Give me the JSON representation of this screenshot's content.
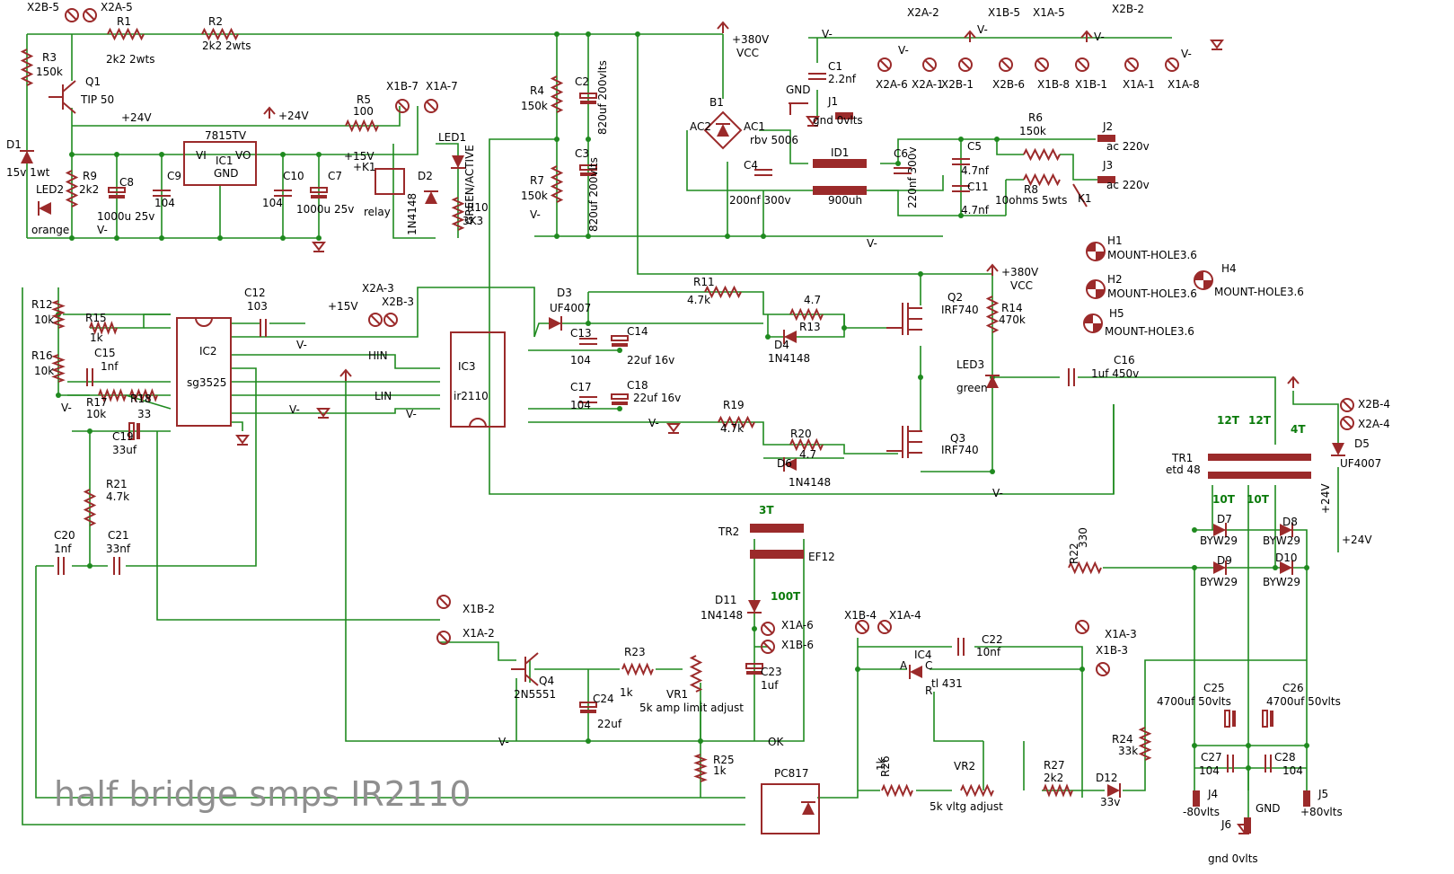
{
  "title": "half bridge smps IR2110",
  "colors": {
    "wire": "#1f8a1f",
    "component": "#9b2a2a",
    "title": "#8f8f8f"
  },
  "icons": {
    "terminal": "terminal-icon",
    "ground": "ground-icon",
    "supply": "supply-arrow-icon",
    "mount_hole": "mount-hole-icon"
  },
  "labels": [
    {
      "id": "x2b5",
      "text": "X2B-5"
    },
    {
      "id": "x2a5",
      "text": "X2A-5"
    },
    {
      "id": "r1",
      "text": "R1"
    },
    {
      "id": "r1v",
      "text": "2k2  2wts"
    },
    {
      "id": "r2",
      "text": "R2"
    },
    {
      "id": "r2v",
      "text": "2k2  2wts"
    },
    {
      "id": "r3",
      "text": "R3"
    },
    {
      "id": "r3v",
      "text": "150k"
    },
    {
      "id": "q1",
      "text": "Q1"
    },
    {
      "id": "q1v",
      "text": "TIP 50"
    },
    {
      "id": "d1",
      "text": "D1"
    },
    {
      "id": "d1v",
      "text": "15v 1wt"
    },
    {
      "id": "r9",
      "text": "R9"
    },
    {
      "id": "r9v",
      "text": "2k2"
    },
    {
      "id": "led2",
      "text": "LED2"
    },
    {
      "id": "orange",
      "text": "orange"
    },
    {
      "id": "c8",
      "text": "C8"
    },
    {
      "id": "c8v",
      "text": "1000u 25v"
    },
    {
      "id": "c9",
      "text": "C9"
    },
    {
      "id": "c9v",
      "text": "104"
    },
    {
      "id": "v24a",
      "text": "+24V"
    },
    {
      "id": "v24b",
      "text": "+24V"
    },
    {
      "id": "vm1",
      "text": "V-"
    },
    {
      "id": "reg",
      "text": "7815TV"
    },
    {
      "id": "ic1",
      "text": "IC1"
    },
    {
      "id": "vi",
      "text": "VI"
    },
    {
      "id": "vo",
      "text": "VO"
    },
    {
      "id": "gnd1",
      "text": "GND"
    },
    {
      "id": "c10",
      "text": "C10"
    },
    {
      "id": "c10v",
      "text": "104"
    },
    {
      "id": "c7",
      "text": "C7"
    },
    {
      "id": "c7v",
      "text": "1000u 25v"
    },
    {
      "id": "r5",
      "text": "R5"
    },
    {
      "id": "r5v",
      "text": "100"
    },
    {
      "id": "x1b7",
      "text": "X1B-7"
    },
    {
      "id": "x1a7",
      "text": "X1A-7"
    },
    {
      "id": "p15v",
      "text": "+15V"
    },
    {
      "id": "pk1",
      "text": "+K1"
    },
    {
      "id": "relay",
      "text": "relay"
    },
    {
      "id": "d2",
      "text": "D2"
    },
    {
      "id": "d2v",
      "text": "1N4148"
    },
    {
      "id": "led1",
      "text": "LED1"
    },
    {
      "id": "ga",
      "text": "GREEN/ACTIVE"
    },
    {
      "id": "r10",
      "text": "R10"
    },
    {
      "id": "r10v",
      "text": "3K3"
    },
    {
      "id": "r4",
      "text": "R4"
    },
    {
      "id": "r4v",
      "text": "150k"
    },
    {
      "id": "r7",
      "text": "R7"
    },
    {
      "id": "r7v",
      "text": "150k"
    },
    {
      "id": "c2",
      "text": "C2"
    },
    {
      "id": "c2v",
      "text": "820uf 200vlts"
    },
    {
      "id": "c3",
      "text": "C3"
    },
    {
      "id": "c3v",
      "text": "820uf 200vlts"
    },
    {
      "id": "vm2",
      "text": "V-"
    },
    {
      "id": "v380",
      "text": "+380V"
    },
    {
      "id": "vcc1",
      "text": "VCC"
    },
    {
      "id": "b1",
      "text": "B1"
    },
    {
      "id": "ac1",
      "text": "AC1"
    },
    {
      "id": "ac2",
      "text": "AC2"
    },
    {
      "id": "rbv",
      "text": "rbv 5006"
    },
    {
      "id": "c4",
      "text": "C4"
    },
    {
      "id": "c4v",
      "text": "200nf  300v"
    },
    {
      "id": "l1",
      "text": "ID1"
    },
    {
      "id": "l1v",
      "text": "900uh"
    },
    {
      "id": "c6",
      "text": "C6"
    },
    {
      "id": "c6v",
      "text": "220nf  300v"
    },
    {
      "id": "c5",
      "text": "C5"
    },
    {
      "id": "c5v",
      "text": "4.7nf"
    },
    {
      "id": "c11",
      "text": "C11"
    },
    {
      "id": "c11v",
      "text": "4.7nf"
    },
    {
      "id": "r6",
      "text": "R6"
    },
    {
      "id": "r6v",
      "text": "150k"
    },
    {
      "id": "r8",
      "text": "R8"
    },
    {
      "id": "r8v",
      "text": "10ohms 5wts"
    },
    {
      "id": "k1",
      "text": "K1"
    },
    {
      "id": "j2",
      "text": "J2"
    },
    {
      "id": "j2v",
      "text": "ac 220v"
    },
    {
      "id": "j3",
      "text": "J3"
    },
    {
      "id": "j3v",
      "text": "ac 220v"
    },
    {
      "id": "vm3",
      "text": "V-"
    },
    {
      "id": "c1",
      "text": "C1"
    },
    {
      "id": "c1v",
      "text": "2.2nf"
    },
    {
      "id": "gnd2",
      "text": "GND"
    },
    {
      "id": "j1",
      "text": "J1"
    },
    {
      "id": "j1v",
      "text": "gnd 0vlts"
    },
    {
      "id": "x2a2",
      "text": "X2A-2"
    },
    {
      "id": "x1b5",
      "text": "X1B-5"
    },
    {
      "id": "x1a5",
      "text": "X1A-5"
    },
    {
      "id": "x2b2",
      "text": "X2B-2"
    },
    {
      "id": "x2a6",
      "text": "X2A-6"
    },
    {
      "id": "x2a1",
      "text": "X2A-1"
    },
    {
      "id": "x2b1",
      "text": "X2B-1"
    },
    {
      "id": "x2b6",
      "text": "X2B-6"
    },
    {
      "id": "x1b8",
      "text": "X1B-8"
    },
    {
      "id": "x1b1",
      "text": "X1B-1"
    },
    {
      "id": "x1a1",
      "text": "X1A-1"
    },
    {
      "id": "x1a8",
      "text": "X1A-8"
    },
    {
      "id": "vm4",
      "text": "V-"
    },
    {
      "id": "vm5",
      "text": "V-"
    },
    {
      "id": "vm6",
      "text": "V-"
    },
    {
      "id": "vm7",
      "text": "V-"
    },
    {
      "id": "vm8",
      "text": "V-"
    },
    {
      "id": "h1",
      "text": "H1"
    },
    {
      "id": "h1v",
      "text": "MOUNT-HOLE3.6"
    },
    {
      "id": "h2",
      "text": "H2"
    },
    {
      "id": "h2v",
      "text": "MOUNT-HOLE3.6"
    },
    {
      "id": "h4",
      "text": "H4"
    },
    {
      "id": "h4v",
      "text": "MOUNT-HOLE3.6"
    },
    {
      "id": "h5",
      "text": "H5"
    },
    {
      "id": "h5v",
      "text": "MOUNT-HOLE3.6"
    },
    {
      "id": "r12",
      "text": "R12"
    },
    {
      "id": "r12v",
      "text": "10k"
    },
    {
      "id": "r15",
      "text": "R15"
    },
    {
      "id": "r15v",
      "text": "1k"
    },
    {
      "id": "c15",
      "text": "C15"
    },
    {
      "id": "c15v",
      "text": "1nf"
    },
    {
      "id": "r16",
      "text": "R16"
    },
    {
      "id": "r16v",
      "text": "10k"
    },
    {
      "id": "r17",
      "text": "R17"
    },
    {
      "id": "r17v",
      "text": "10k"
    },
    {
      "id": "r18",
      "text": "R18"
    },
    {
      "id": "r18v",
      "text": "33"
    },
    {
      "id": "c19",
      "text": "C19"
    },
    {
      "id": "c19v",
      "text": "33uf"
    },
    {
      "id": "vm9",
      "text": "V-"
    },
    {
      "id": "ic2",
      "text": "IC2"
    },
    {
      "id": "ic2v",
      "text": "sg3525"
    },
    {
      "id": "c12",
      "text": "C12"
    },
    {
      "id": "c12v",
      "text": "103"
    },
    {
      "id": "p15b",
      "text": "+15V"
    },
    {
      "id": "x2a3",
      "text": "X2A-3"
    },
    {
      "id": "x2b3",
      "text": "X2B-3"
    },
    {
      "id": "vm10",
      "text": "V-"
    },
    {
      "id": "hin",
      "text": "HIN"
    },
    {
      "id": "lin",
      "text": "LIN"
    },
    {
      "id": "vm11",
      "text": "V-"
    },
    {
      "id": "vm12",
      "text": "V-"
    },
    {
      "id": "ic3",
      "text": "IC3"
    },
    {
      "id": "ic3v",
      "text": "ir2110"
    },
    {
      "id": "d3",
      "text": "D3"
    },
    {
      "id": "d3v",
      "text": "UF4007"
    },
    {
      "id": "c13",
      "text": "C13"
    },
    {
      "id": "c13v",
      "text": "104"
    },
    {
      "id": "c14",
      "text": "C14"
    },
    {
      "id": "c14v",
      "text": "22uf 16v"
    },
    {
      "id": "c17",
      "text": "C17"
    },
    {
      "id": "c17v",
      "text": "104"
    },
    {
      "id": "c18",
      "text": "C18"
    },
    {
      "id": "c18v",
      "text": "22uf 16v"
    },
    {
      "id": "vm13",
      "text": "V-"
    },
    {
      "id": "r11",
      "text": "R11"
    },
    {
      "id": "r11v",
      "text": "4.7k"
    },
    {
      "id": "r13",
      "text": "R13"
    },
    {
      "id": "r13v",
      "text": "4.7"
    },
    {
      "id": "d4",
      "text": "D4"
    },
    {
      "id": "d4v",
      "text": "1N4148"
    },
    {
      "id": "r19",
      "text": "R19"
    },
    {
      "id": "r19v",
      "text": "4.7k"
    },
    {
      "id": "r20",
      "text": "R20"
    },
    {
      "id": "r20v",
      "text": "4.7"
    },
    {
      "id": "d6",
      "text": "D6"
    },
    {
      "id": "d6v",
      "text": "1N4148"
    },
    {
      "id": "q2",
      "text": "Q2"
    },
    {
      "id": "q2v",
      "text": "IRF740"
    },
    {
      "id": "q3",
      "text": "Q3"
    },
    {
      "id": "q3v",
      "text": "IRF740"
    },
    {
      "id": "v380b",
      "text": "+380V"
    },
    {
      "id": "vcc2",
      "text": "VCC"
    },
    {
      "id": "r14",
      "text": "R14"
    },
    {
      "id": "r14v",
      "text": "470k"
    },
    {
      "id": "led3",
      "text": "LED3"
    },
    {
      "id": "green",
      "text": "green"
    },
    {
      "id": "c16",
      "text": "C16"
    },
    {
      "id": "c16v",
      "text": "1uf 450v"
    },
    {
      "id": "vm14",
      "text": "V-"
    },
    {
      "id": "tr2",
      "text": "TR2"
    },
    {
      "id": "ef12",
      "text": "EF12"
    },
    {
      "id": "t3",
      "text": "3T"
    },
    {
      "id": "t100",
      "text": "100T"
    },
    {
      "id": "c20",
      "text": "C20"
    },
    {
      "id": "c20v",
      "text": "1nf"
    },
    {
      "id": "c21",
      "text": "C21"
    },
    {
      "id": "c21v",
      "text": "33nf"
    },
    {
      "id": "r21",
      "text": "R21"
    },
    {
      "id": "r21v",
      "text": "4.7k"
    },
    {
      "id": "x1b2",
      "text": "X1B-2"
    },
    {
      "id": "x1a2",
      "text": "X1A-2"
    },
    {
      "id": "q4",
      "text": "Q4"
    },
    {
      "id": "q4v",
      "text": "2N5551"
    },
    {
      "id": "c24",
      "text": "C24"
    },
    {
      "id": "c24v",
      "text": "22uf"
    },
    {
      "id": "r23",
      "text": "R23"
    },
    {
      "id": "r23v",
      "text": "1k"
    },
    {
      "id": "vr1",
      "text": "VR1"
    },
    {
      "id": "vr1v",
      "text": "5k  amp limit adjust"
    },
    {
      "id": "d11",
      "text": "D11"
    },
    {
      "id": "d11v",
      "text": "1N4148"
    },
    {
      "id": "x1a6",
      "text": "X1A-6"
    },
    {
      "id": "x1b6",
      "text": "X1B-6"
    },
    {
      "id": "c23",
      "text": "C23"
    },
    {
      "id": "c23v",
      "text": "1uf"
    },
    {
      "id": "vm15",
      "text": "V-"
    },
    {
      "id": "ok",
      "text": "OK"
    },
    {
      "id": "r25",
      "text": "R25"
    },
    {
      "id": "r25v",
      "text": "1k"
    },
    {
      "id": "pc817",
      "text": "PC817"
    },
    {
      "id": "x1b4",
      "text": "X1B-4"
    },
    {
      "id": "x1a4",
      "text": "X1A-4"
    },
    {
      "id": "c22",
      "text": "C22"
    },
    {
      "id": "c22v",
      "text": "10nf"
    },
    {
      "id": "x1a3",
      "text": "X1A-3"
    },
    {
      "id": "x1b3",
      "text": "X1B-3"
    },
    {
      "id": "ic4",
      "text": "IC4"
    },
    {
      "id": "ic4v",
      "text": "tl 431"
    },
    {
      "id": "pa",
      "text": "A"
    },
    {
      "id": "pc",
      "text": "C"
    },
    {
      "id": "pr",
      "text": "R"
    },
    {
      "id": "r26",
      "text": "R26"
    },
    {
      "id": "r26v",
      "text": "1k"
    },
    {
      "id": "vr2",
      "text": "VR2"
    },
    {
      "id": "vr2v",
      "text": "5k   vltg adjust"
    },
    {
      "id": "r27",
      "text": "R27"
    },
    {
      "id": "r27v",
      "text": "2k2"
    },
    {
      "id": "d12",
      "text": "D12"
    },
    {
      "id": "d12v",
      "text": "33v"
    },
    {
      "id": "r22",
      "text": "R22"
    },
    {
      "id": "r22v",
      "text": "330"
    },
    {
      "id": "r24",
      "text": "R24"
    },
    {
      "id": "r24v",
      "text": "33k"
    },
    {
      "id": "tr1",
      "text": "TR1"
    },
    {
      "id": "tr1v",
      "text": "etd 48"
    },
    {
      "id": "t12a",
      "text": "12T"
    },
    {
      "id": "t12b",
      "text": "12T"
    },
    {
      "id": "t4",
      "text": "4T"
    },
    {
      "id": "t10a",
      "text": "10T"
    },
    {
      "id": "t10b",
      "text": "10T"
    },
    {
      "id": "x2b4",
      "text": "X2B-4"
    },
    {
      "id": "x2a4",
      "text": "X2A-4"
    },
    {
      "id": "d5",
      "text": "D5"
    },
    {
      "id": "d5v",
      "text": "UF4007"
    },
    {
      "id": "v24c",
      "text": "+24V"
    },
    {
      "id": "v24d",
      "text": "+24V"
    },
    {
      "id": "d7",
      "text": "D7"
    },
    {
      "id": "d7v",
      "text": "BYW29"
    },
    {
      "id": "d8",
      "text": "D8"
    },
    {
      "id": "d8v",
      "text": "BYW29"
    },
    {
      "id": "d9",
      "text": "D9"
    },
    {
      "id": "d9v",
      "text": "BYW29"
    },
    {
      "id": "d10",
      "text": "D10"
    },
    {
      "id": "d10v",
      "text": "BYW29"
    },
    {
      "id": "c25",
      "text": "C25"
    },
    {
      "id": "c25v",
      "text": "4700uf 50vlts"
    },
    {
      "id": "c26",
      "text": "C26"
    },
    {
      "id": "c26v",
      "text": "4700uf 50vlts"
    },
    {
      "id": "c27",
      "text": "C27"
    },
    {
      "id": "c27v",
      "text": "104"
    },
    {
      "id": "c28",
      "text": "C28"
    },
    {
      "id": "c28v",
      "text": "104"
    },
    {
      "id": "j4",
      "text": "J4"
    },
    {
      "id": "j4v",
      "text": "-80vlts"
    },
    {
      "id": "j6",
      "text": "J6"
    },
    {
      "id": "gnd3",
      "text": "GND"
    },
    {
      "id": "j6v",
      "text": "gnd 0vlts"
    },
    {
      "id": "j5",
      "text": "J5"
    },
    {
      "id": "j5v",
      "text": "+80vlts"
    }
  ]
}
